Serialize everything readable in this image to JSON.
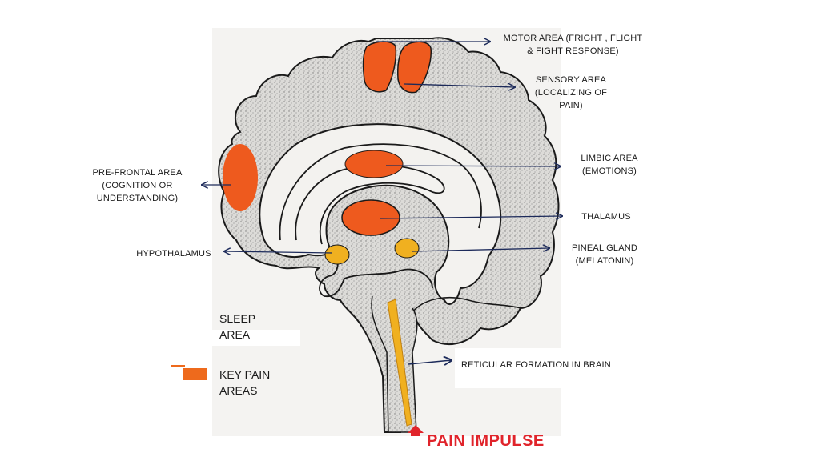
{
  "labels": {
    "motor_area": {
      "line1": "MOTOR AREA (FRIGHT , FLIGHT",
      "line2": "& FIGHT RESPONSE)"
    },
    "sensory_area": {
      "line1": "SENSORY AREA",
      "line2": "(LOCALIZING OF",
      "line3": "PAIN)"
    },
    "limbic_area": {
      "line1": "LIMBIC AREA",
      "line2": "(EMOTIONS)"
    },
    "thalamus": {
      "line1": "THALAMUS"
    },
    "pineal_gland": {
      "line1": "PINEAL GLAND",
      "line2": "(MELATONIN)"
    },
    "prefrontal_area": {
      "line1": "PRE-FRONTAL AREA",
      "line2": "(COGNITION OR",
      "line3": "UNDERSTANDING)"
    },
    "hypothalamus": {
      "line1": "HYPOTHALAMUS"
    },
    "reticular_formation": {
      "line1": "RETICULAR FORMATION IN BRAIN"
    },
    "pain_impulse": "PAIN IMPULSE"
  },
  "legend": {
    "sleep_area": {
      "line1": "SLEEP",
      "line2": "AREA"
    },
    "key_pain_areas": {
      "line1": "KEY PAIN",
      "line2": "AREAS",
      "color": "#ee6a1c"
    }
  },
  "colors": {
    "pain_area": "#ee5a1e",
    "sleep_area": "#f0b020",
    "arrow": "#1c2a5a",
    "pain_impulse": "#e0242b",
    "outline": "#1a1a1a"
  }
}
